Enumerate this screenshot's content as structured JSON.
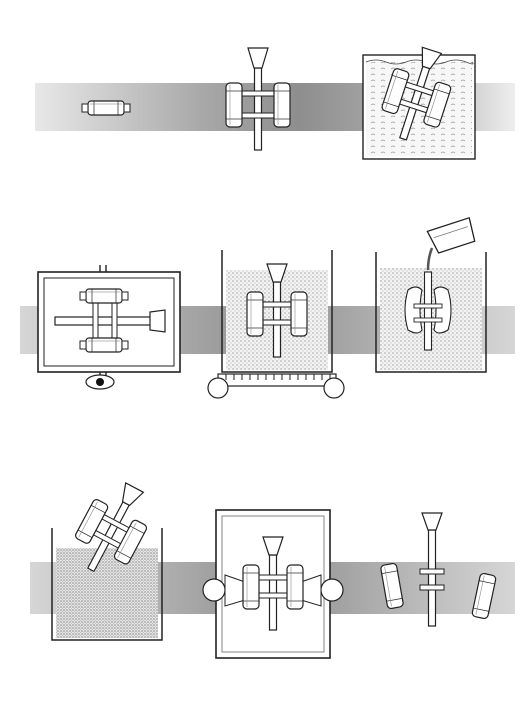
{
  "figure": {
    "kind": "investment-casting-process-illustration",
    "text_labels": [],
    "colors": {
      "background": "#ffffff",
      "conveyor_band": "#9a9a9a",
      "conveyor_band_light": "#e6e6e6",
      "outline": "#222222",
      "slurry": "#d9d9d9",
      "sand": "#c4c4c4"
    },
    "rows": [
      {
        "stages": [
          {
            "name": "single-wax-pattern"
          },
          {
            "name": "pattern-cluster-on-sprue"
          },
          {
            "name": "cluster-dipped-in-slurry-tank"
          }
        ]
      },
      {
        "stages": [
          {
            "name": "autoclave-dewax"
          },
          {
            "name": "invested-mold-on-vibration-table"
          },
          {
            "name": "metal-pouring-into-mold"
          }
        ]
      },
      {
        "stages": [
          {
            "name": "cluster-in-sand-box"
          },
          {
            "name": "shell-knockout-frame"
          },
          {
            "name": "finished-castings-separated"
          }
        ]
      }
    ]
  }
}
